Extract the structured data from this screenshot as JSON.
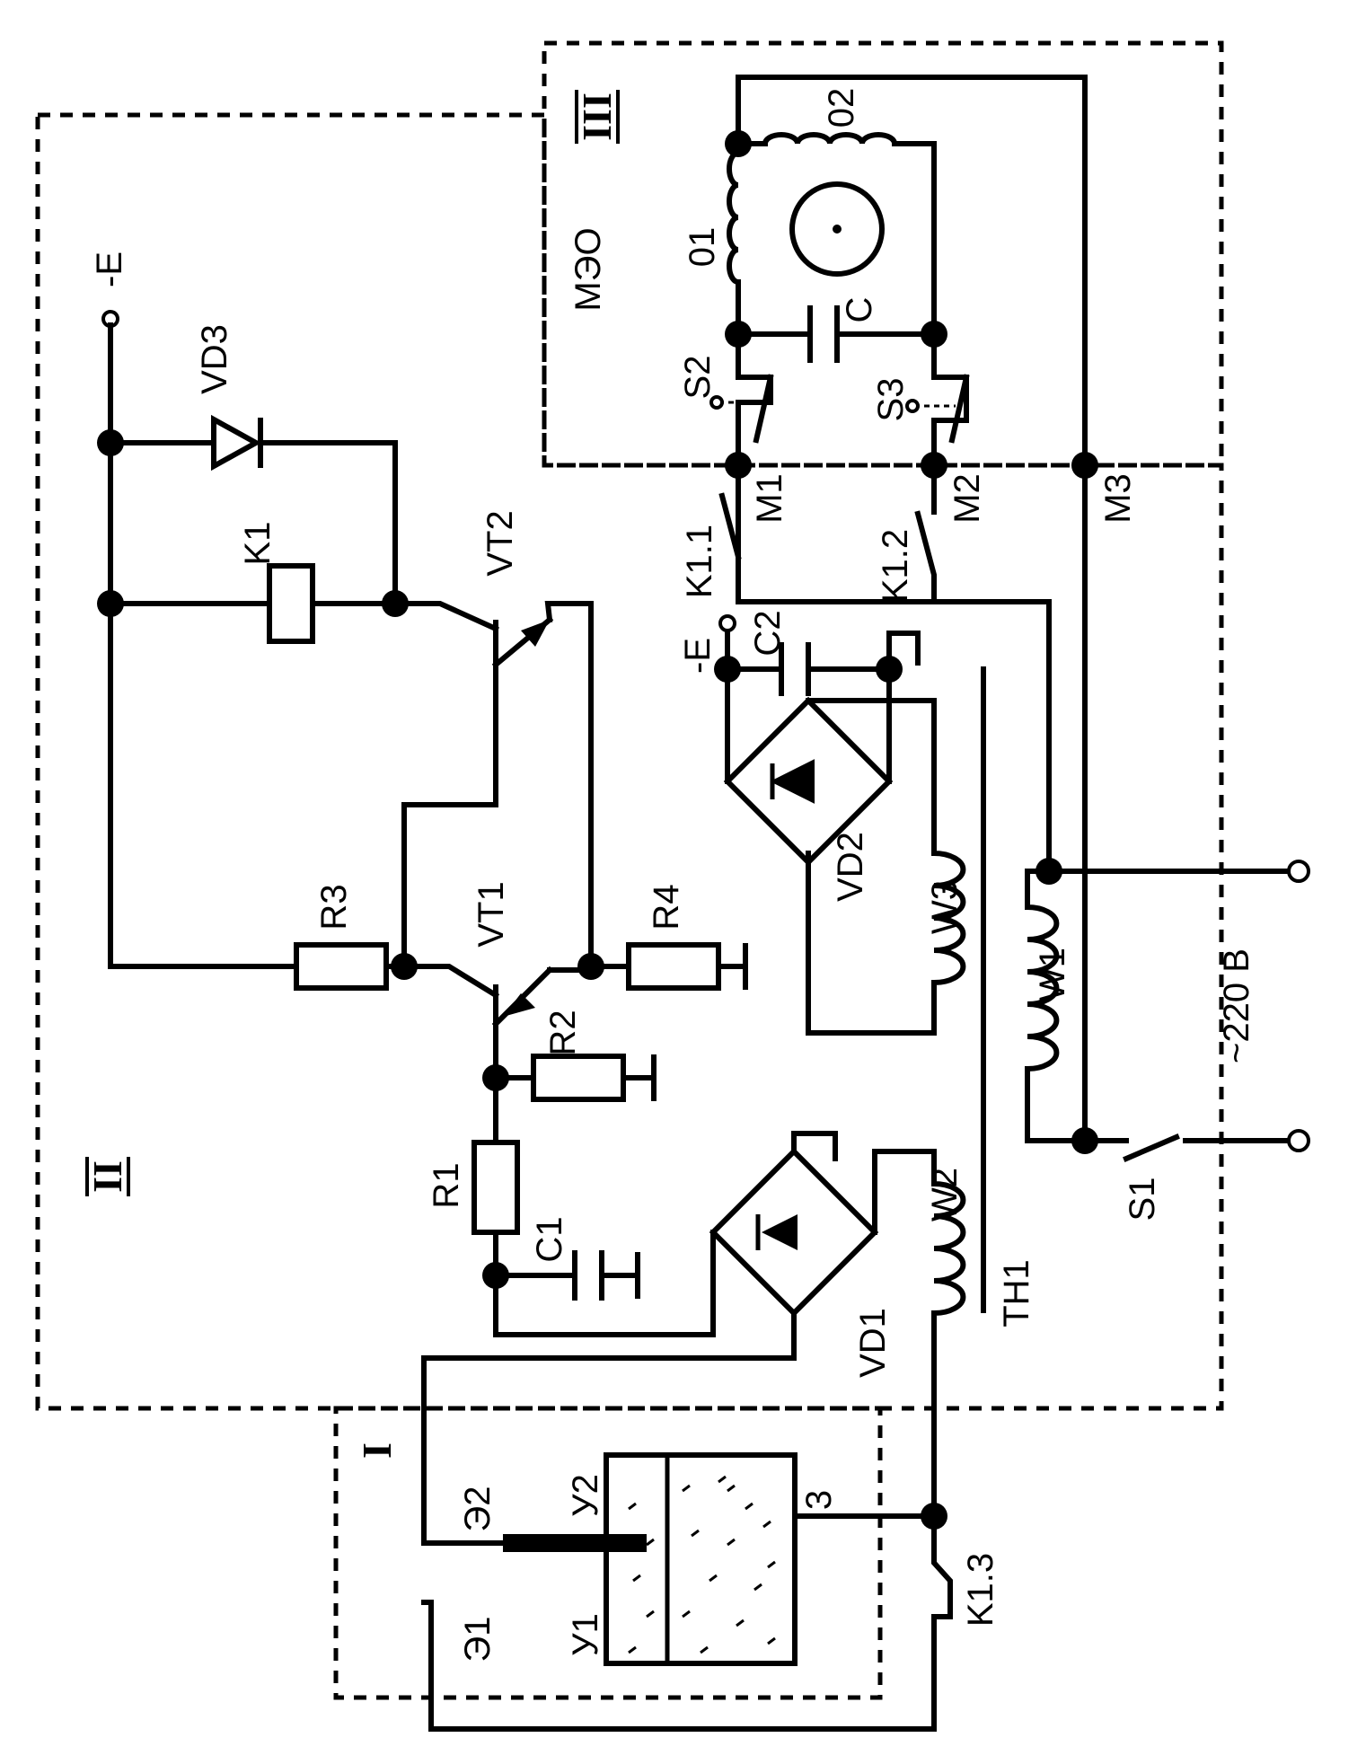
{
  "diagram": {
    "blocks": {
      "sensor_block": "I",
      "control_block": "II",
      "actuator_block": "III"
    },
    "actuator_name": "МЭО",
    "supply_minus_top": "-E",
    "supply_minus_right": "-E",
    "mains_label": "~220 В",
    "components": {
      "vd1": "VD1",
      "vd2": "VD2",
      "vd3": "VD3",
      "vt1": "VT1",
      "vt2": "VT2",
      "k1": "K1",
      "k1_1": "K1.1",
      "k1_2": "K1.2",
      "k1_3": "K1.3",
      "r1": "R1",
      "r2": "R2",
      "r3": "R3",
      "r4": "R4",
      "c1": "C1",
      "c2": "C2",
      "c": "C",
      "w1": "W1",
      "w2": "W2",
      "w3": "W3",
      "th1": "TH1",
      "s1": "S1",
      "s2": "S2",
      "s3": "S3",
      "m1": "M1",
      "m2": "M2",
      "m3": "M3",
      "o1": "01",
      "o2": "02",
      "e1": "Э1",
      "e2": "Э2",
      "u1": "У1",
      "u2": "У2",
      "tank_bottom": "3"
    }
  }
}
